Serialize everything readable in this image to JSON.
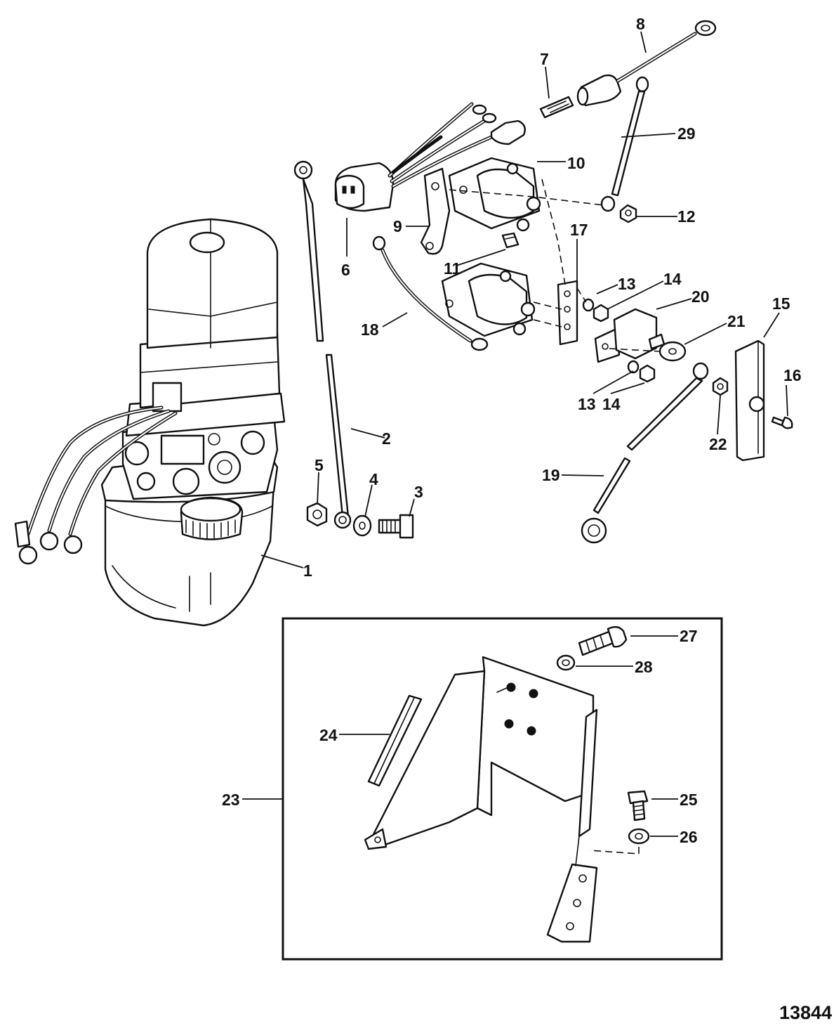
{
  "figure_number": "13844",
  "callouts": [
    {
      "id": "c1",
      "label": "1"
    },
    {
      "id": "c2",
      "label": "2"
    },
    {
      "id": "c3",
      "label": "3"
    },
    {
      "id": "c4",
      "label": "4"
    },
    {
      "id": "c5",
      "label": "5"
    },
    {
      "id": "c6",
      "label": "6"
    },
    {
      "id": "c7",
      "label": "7"
    },
    {
      "id": "c8",
      "label": "8"
    },
    {
      "id": "c9",
      "label": "9"
    },
    {
      "id": "c10",
      "label": "10"
    },
    {
      "id": "c11",
      "label": "11"
    },
    {
      "id": "c12",
      "label": "12"
    },
    {
      "id": "c13a",
      "label": "13"
    },
    {
      "id": "c14a",
      "label": "14"
    },
    {
      "id": "c13b",
      "label": "13"
    },
    {
      "id": "c14b",
      "label": "14"
    },
    {
      "id": "c15",
      "label": "15"
    },
    {
      "id": "c16",
      "label": "16"
    },
    {
      "id": "c17",
      "label": "17"
    },
    {
      "id": "c18",
      "label": "18"
    },
    {
      "id": "c19",
      "label": "19"
    },
    {
      "id": "c20",
      "label": "20"
    },
    {
      "id": "c21",
      "label": "21"
    },
    {
      "id": "c22",
      "label": "22"
    },
    {
      "id": "c23",
      "label": "23"
    },
    {
      "id": "c24",
      "label": "24"
    },
    {
      "id": "c25",
      "label": "25"
    },
    {
      "id": "c26",
      "label": "26"
    },
    {
      "id": "c27",
      "label": "27"
    },
    {
      "id": "c28",
      "label": "28"
    },
    {
      "id": "c29",
      "label": "29"
    }
  ]
}
